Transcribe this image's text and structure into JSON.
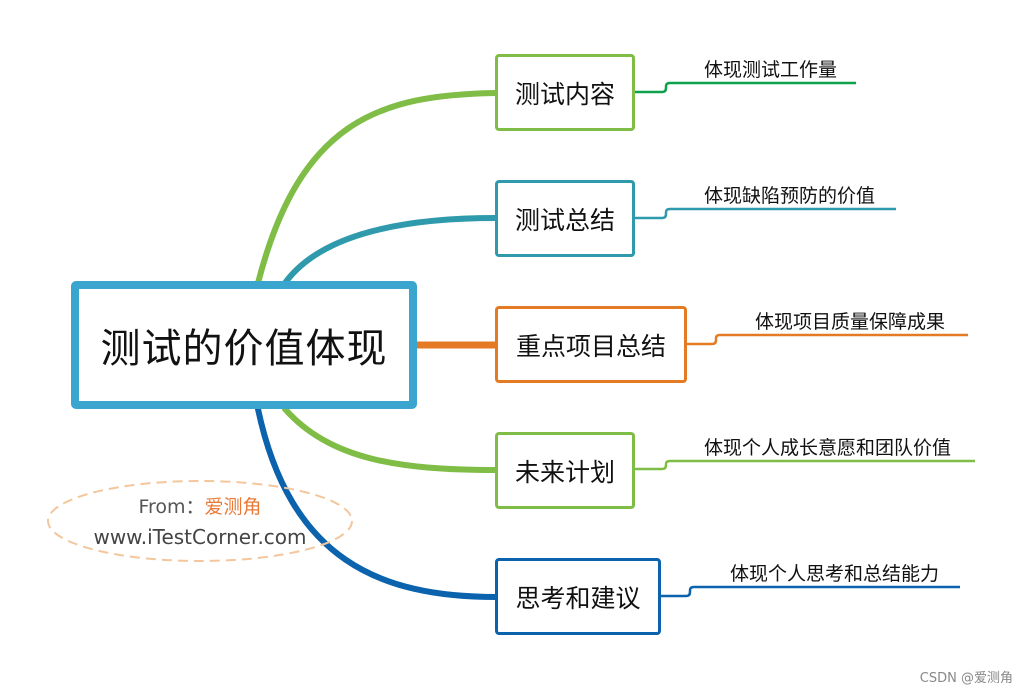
{
  "central": {
    "label": "测试的价值体现"
  },
  "branches": [
    {
      "label": "测试内容",
      "leaf": "体现测试工作量",
      "color": "#0ea04b",
      "curve_color": "#7fbd46"
    },
    {
      "label": "测试总结",
      "leaf": "体现缺陷预防的价值",
      "color": "#2f9aac",
      "curve_color": "#2f9aac"
    },
    {
      "label": "重点项目总结",
      "leaf": "体现项目质量保障成果",
      "color": "#e57a25",
      "curve_color": "#e57a25"
    },
    {
      "label": "未来计划",
      "leaf": "体现个人成长意愿和团队价值",
      "color": "#7fbd46",
      "curve_color": "#7fbd46"
    },
    {
      "label": "思考和建议",
      "leaf": "体现个人思考和总结能力",
      "color": "#0b62ad",
      "curve_color": "#0b62ad"
    }
  ],
  "watermark": {
    "from_label": "From：",
    "from_name": "爱测角",
    "url": "www.iTestCorner.com",
    "accent_color": "#e97a35"
  },
  "footer": {
    "text": "CSDN @爱测角"
  }
}
